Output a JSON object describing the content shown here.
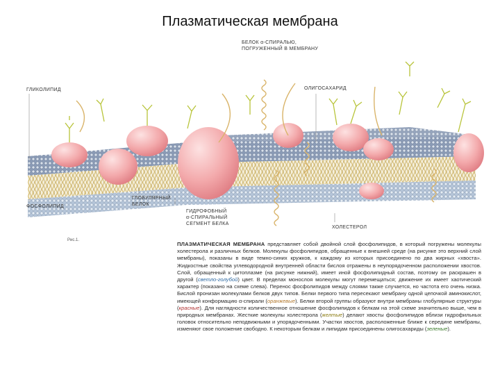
{
  "slide": {
    "title": "Плазматическая мембрана"
  },
  "labels": {
    "alpha_protein": [
      "БЕЛОК α-СПИРАЛЬЮ,",
      "ПОГРУЖЕННЫЙ В МЕМБРАНУ"
    ],
    "glycolipid": "ГЛИКОЛИПИД",
    "oligosaccharide": "ОЛИГОСАХАРИД",
    "phospholipid": "ФОСФОЛИПИД",
    "globular_protein": [
      "ГЛОБУЛЯРНЫЙ",
      "БЕЛОК"
    ],
    "hydrophobic_segment": [
      "ГИДРОФОБНЫЙ",
      "α-СПИРАЛЬНЫЙ",
      "СЕГМЕНТ БЕЛКА"
    ],
    "cholesterol": "ХОЛЕСТЕРОЛ"
  },
  "figure_label": "Рис.1.",
  "caption": {
    "lead": "ПЛАЗМАТИЧЕСКАЯ МЕМБРАНА",
    "p1": " представляет собой двойной слой фосфолипидов, в который погружены молекулы холестерола и различных белков. Молекулы фосфолипидов, обращенные к внешней среде (на рисунке это верхний слой мембраны), показаны в виде темно-синих кружков, к каждому из которых присоединено по два жирных «хвоста». Жидкостные свойства углеводородной внутренней области бислоя отражены в неупорядоченном расположении хвостов. Слой, обращенный к цитоплазме (на рисунке нижний), имеет иной фосфолипидный состав, поэтому он раскрашен в другой (",
    "blue_word": "светло-голубой",
    "p2": ") цвет. В пределах монослоя молекулы могут перемещаться; движение их имеет хаотический характер (показано на схеме слева). Перенос фосфолипидов между слоями также случается, но частота его очень низка. Бислой пронизан молекулами белков двух типов. Белки первого типа пересекают мембрану одной цепочкой аминокислот, имеющей конформацию α-спирали (",
    "orange_word": "оранжевые",
    "p3": "). Белки второй группы образуют внутри мембраны глобулярные структуры (",
    "red_word": "красные",
    "p4": "). Для наглядности количественное отношение фосфолипидов к белкам на этой схеме значительно выше, чем в природных мембранах. Жесткие молекулы холестерола (",
    "yellow_word": "желтые",
    "p5": ") делают хвосты фосфолипидов вблизи гидрофильных головок относительно неподвижными и упорядоченными. Участки хвостов, расположенные ближе к середине мембраны, изменяют свое положение свободно. К некоторым белкам и липидам присоединены олигосахариды (",
    "green_word": "зеленые",
    "p6": ")."
  },
  "colors": {
    "head_outer": "#8a9bb6",
    "head_inner": "#b4c4d8",
    "tail": "#c9a94a",
    "protein": "#f0a6a8",
    "protein_shadow": "#e07e84",
    "oligosaccharide": "#b8c43a",
    "helix": "#d9b46a",
    "label_line": "#9a9a9a"
  }
}
